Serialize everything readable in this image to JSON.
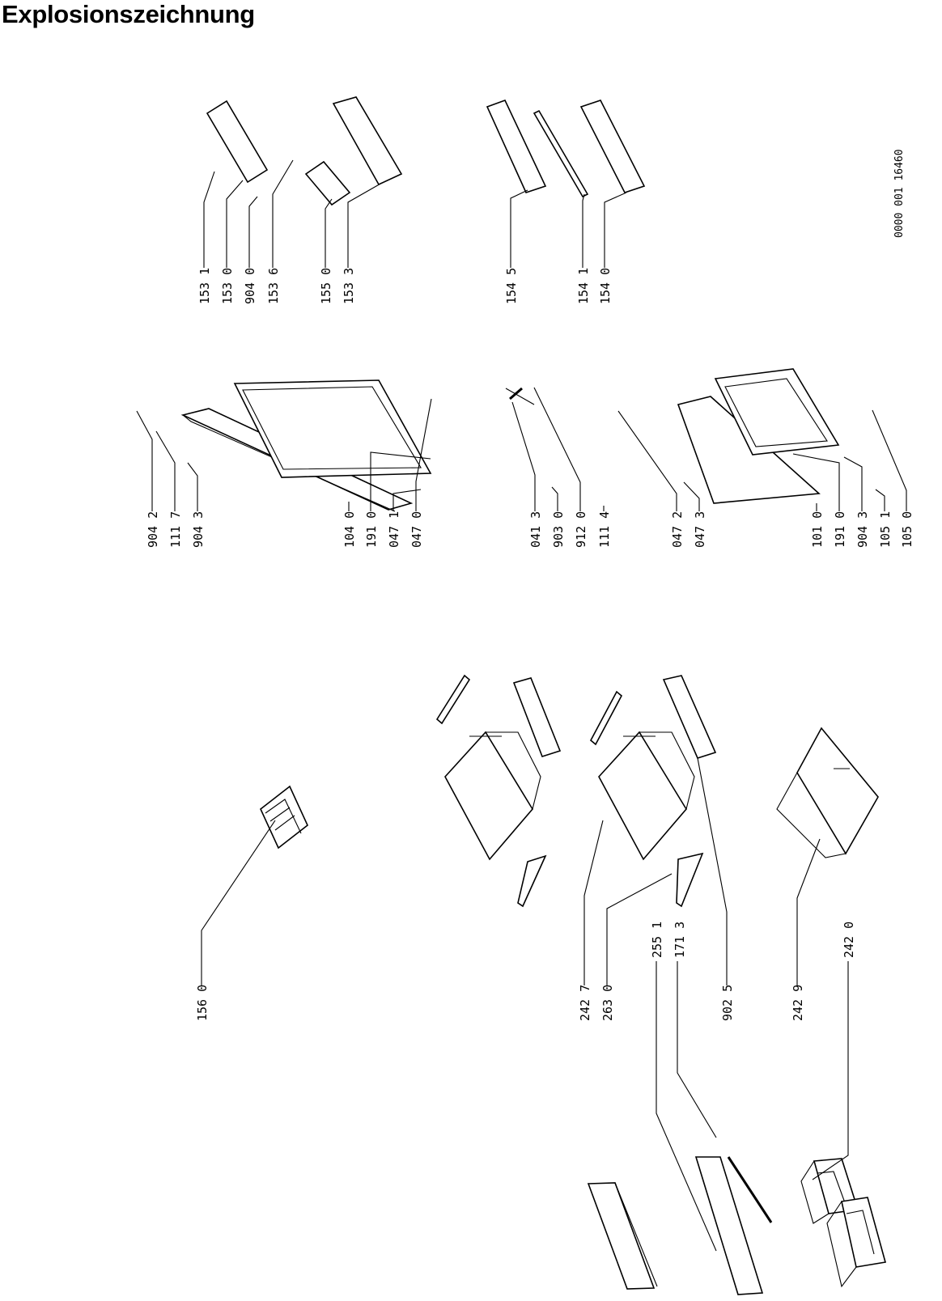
{
  "title": "Explosionszeichnung",
  "drawing_number": "0000 001  16460",
  "callouts": {
    "p156_0": "156 0",
    "p242_7": "242 7",
    "p263_0": "263 0",
    "p255_1": "255 1",
    "p171_3": "171 3",
    "p902_5": "902 5",
    "p242_9": "242 9",
    "p242_0": "242 0",
    "p904_2": "904 2",
    "p111_7": "111 7",
    "p904_3a": "904 3",
    "p104_0": "104 0",
    "p191_0a": "191 0",
    "p047_1": "047 1",
    "p047_0": "047 0",
    "p041_3": "041 3",
    "p903_0": "903 0",
    "p912_0": "912 0",
    "p111_4": "111 4",
    "p047_2": "047 2",
    "p047_3": "047 3",
    "p101_0": "101 0",
    "p191_0b": "191 0",
    "p904_3b": "904 3",
    "p105_1": "105 1",
    "p105_0": "105 0",
    "p153_1": "153 1",
    "p153_0": "153 0",
    "p904_0": "904 0",
    "p153_6": "153 6",
    "p155_0": "155 0",
    "p153_3": "153 3",
    "p154_5": "154 5",
    "p154_1": "154 1",
    "p154_0": "154 0"
  }
}
